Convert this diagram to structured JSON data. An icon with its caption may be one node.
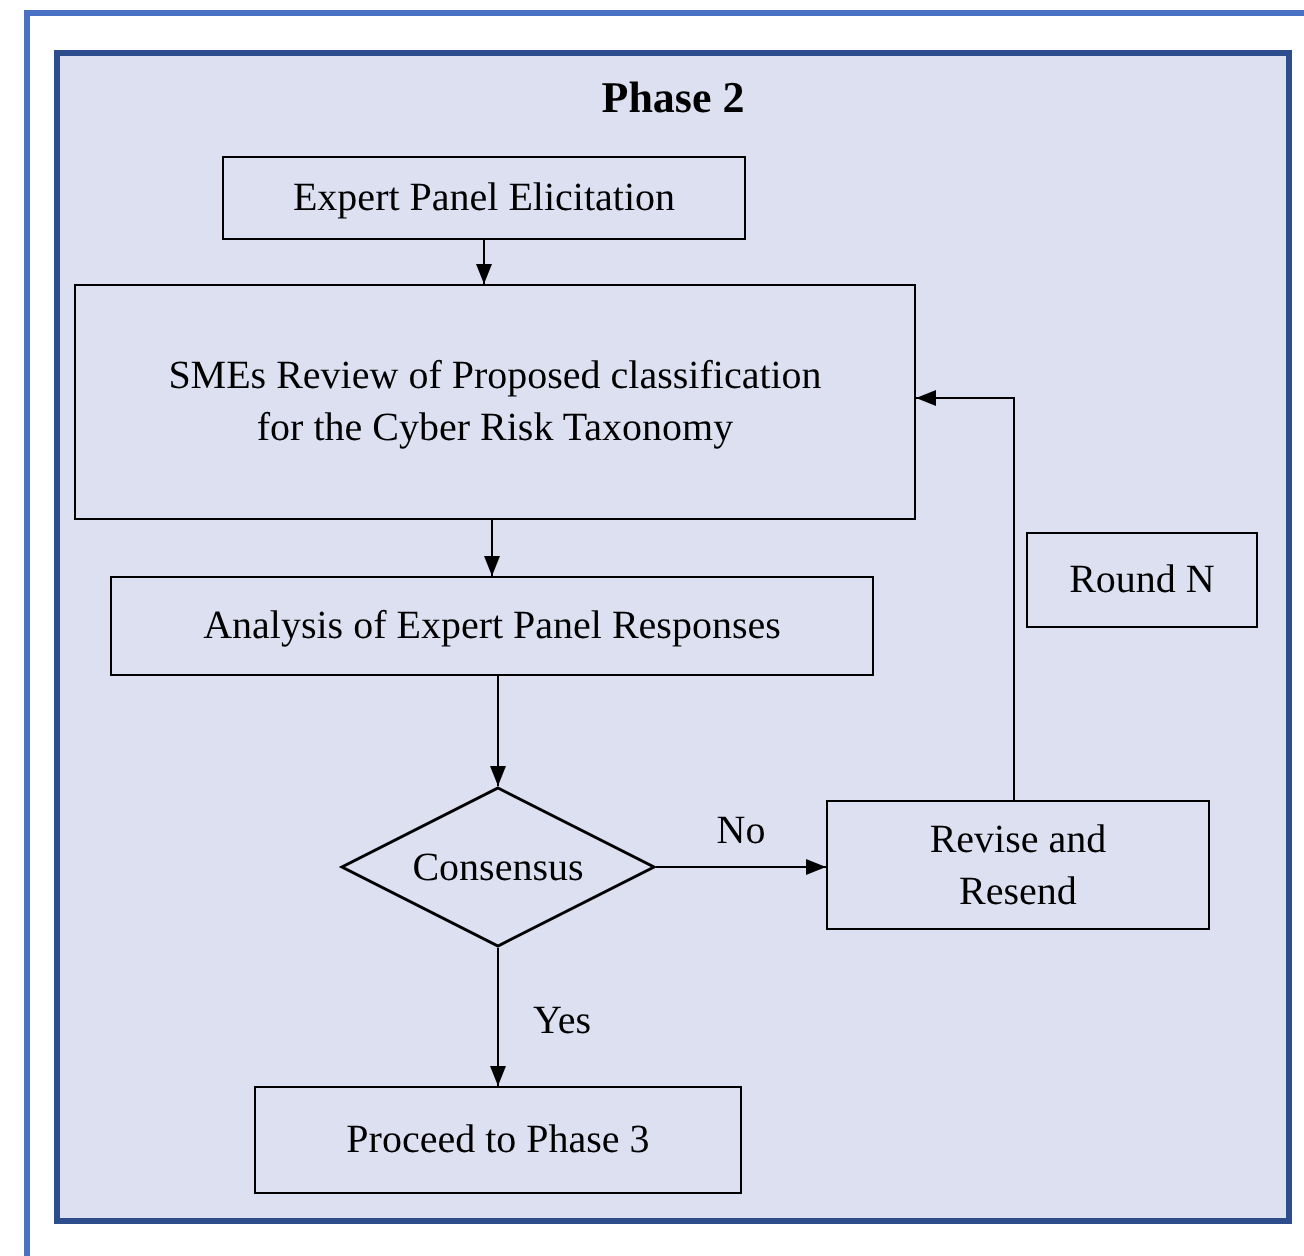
{
  "diagram": {
    "nodes": [
      {
        "text": [
          "Phase 2"
        ]
      },
      {
        "text": [
          "Expert Panel Elicitation"
        ],
        "in": 0
      },
      {
        "text": [
          "SMEs Review of Proposed classification for the Cyber Risk Taxonomy"
        ],
        "in": 0
      },
      {
        "text": [
          "Analysis of Expert Panel Responses"
        ],
        "in": 0
      },
      {
        "text": [
          "Consensus"
        ],
        "in": 0
      },
      {
        "text": [
          "Revise and Resend"
        ],
        "in": 0
      },
      {
        "text": [
          "Round N"
        ],
        "in": 0
      },
      {
        "text": [
          "Proceed to Phase 3"
        ],
        "in": 0
      }
    ],
    "edges": [
      {
        "from": 1,
        "to": 2,
        "arrow": "to"
      },
      {
        "from": 2,
        "to": 3,
        "arrow": "to"
      },
      {
        "from": 3,
        "to": 4,
        "arrow": "to"
      },
      {
        "from": 4,
        "to": 5,
        "arrow": "to",
        "label": "No"
      },
      {
        "from": 5,
        "to": 2,
        "arrow": "to"
      },
      {
        "from": 4,
        "to": 7,
        "arrow": "to",
        "label": "Yes"
      }
    ]
  }
}
